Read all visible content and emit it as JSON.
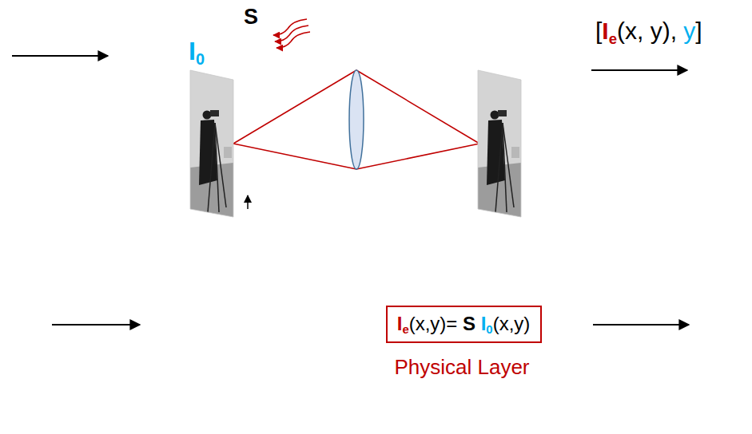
{
  "diagram": {
    "nodes": [
      {
        "text": [
          "Ie(x,y)= S I0(x,y)"
        ]
      }
    ],
    "labels": [
      "I0",
      "S",
      "[Ie(x, y), y]",
      "Physical Layer"
    ]
  }
}
